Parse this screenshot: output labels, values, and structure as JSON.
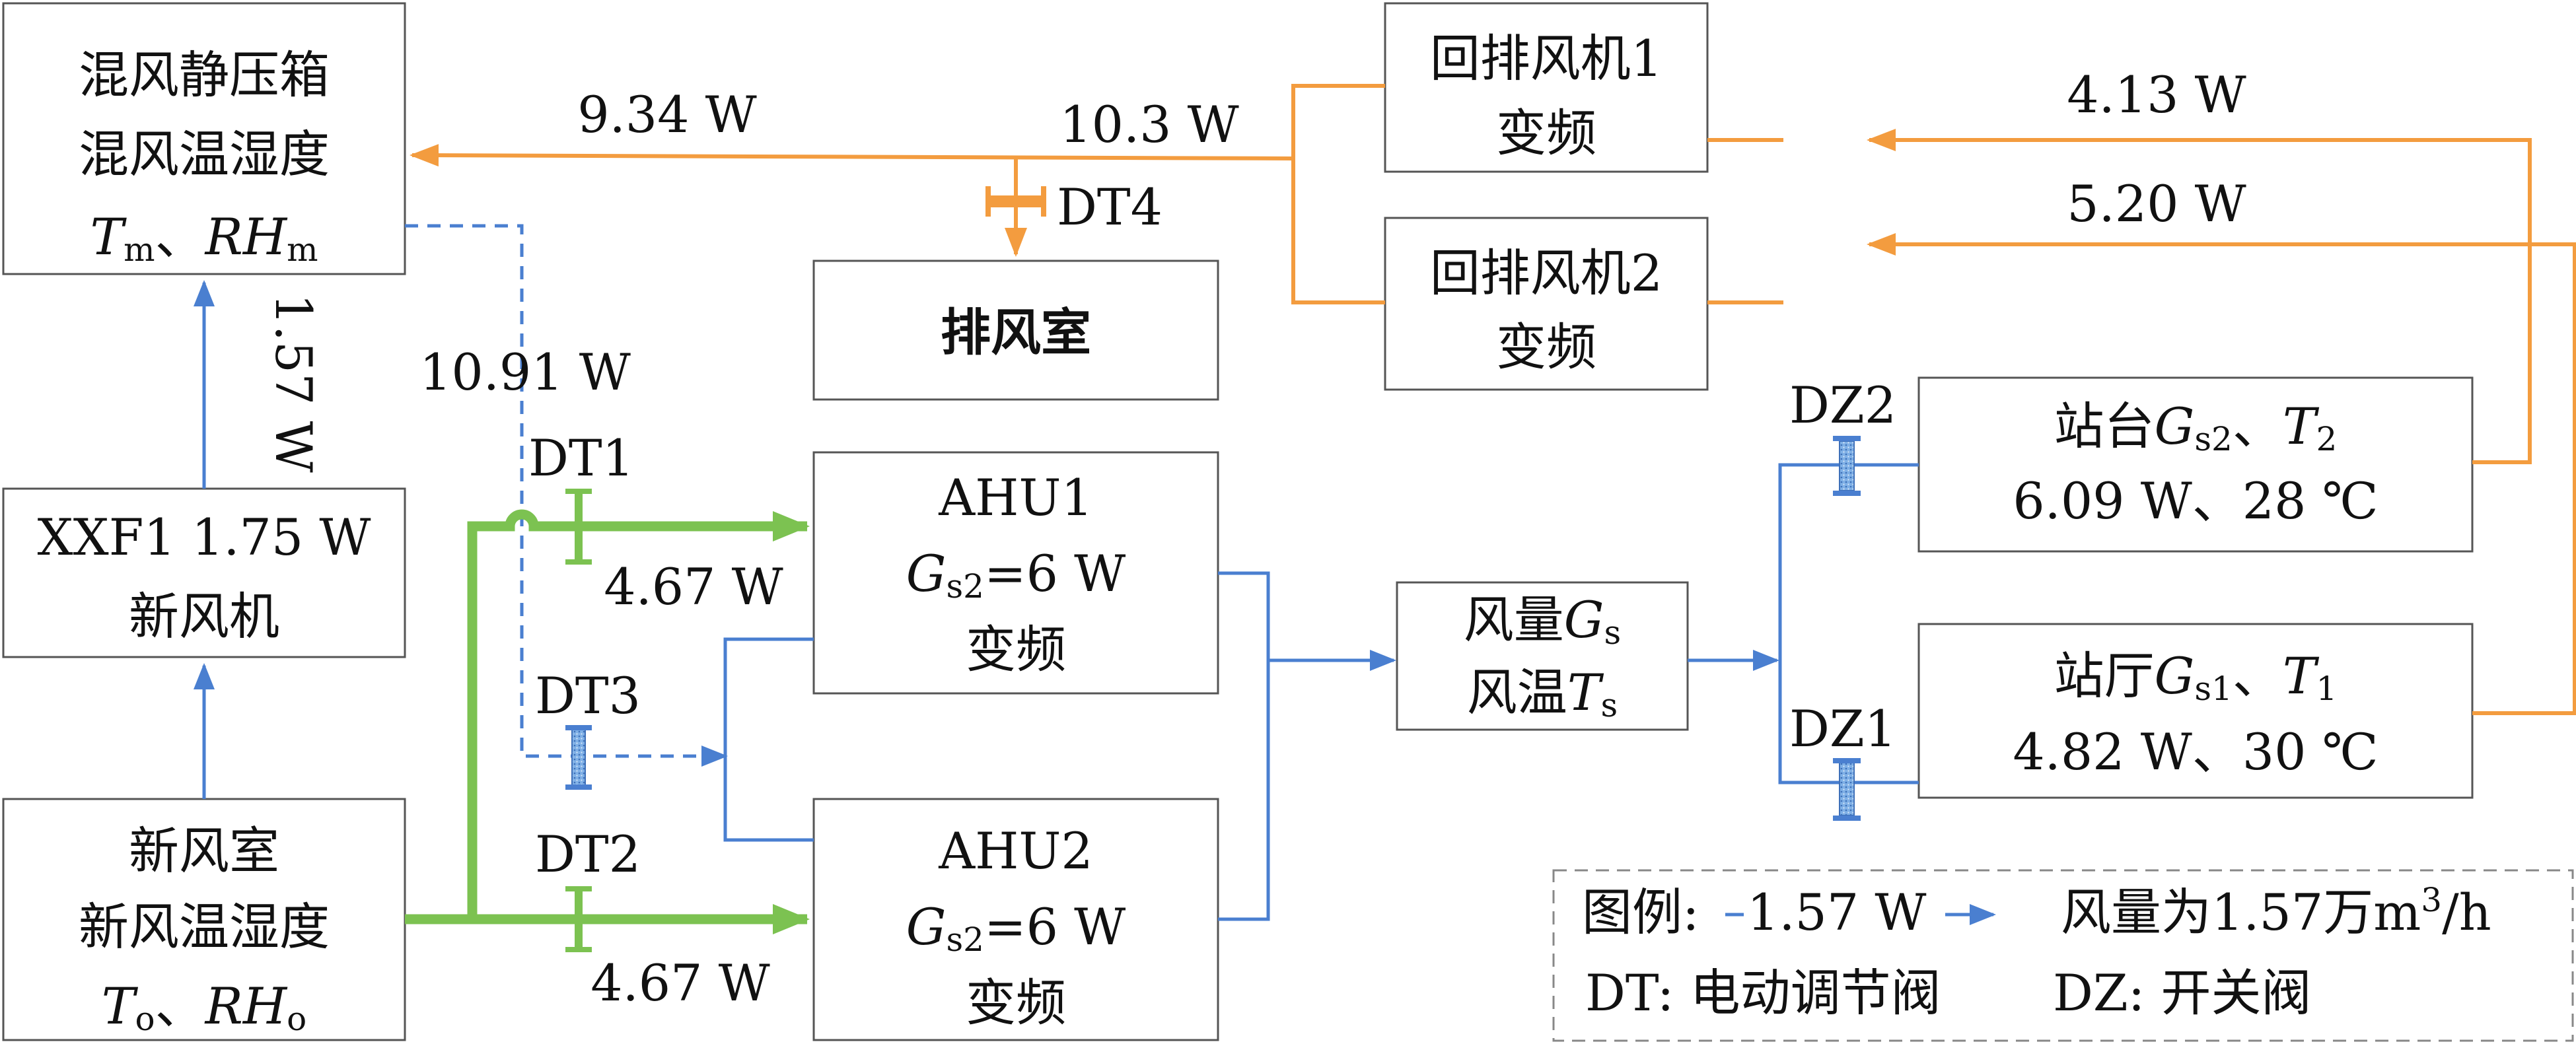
{
  "boxes": {
    "mix_plenum": {
      "line1": "混风静压箱",
      "line2": "混风温湿度",
      "T": "T",
      "T_sub": "m",
      "sep": "、",
      "RH": "RH",
      "RH_sub": "m"
    },
    "xxf1": {
      "line1": "XXF1 1.75 W",
      "line2": "新风机"
    },
    "fresh_room": {
      "line1": "新风室",
      "line2": "新风温湿度",
      "T": "T",
      "T_sub": "o",
      "sep": "、",
      "RH": "RH",
      "RH_sub": "o"
    },
    "exhaust_room": {
      "label": "排风室"
    },
    "fan1": {
      "line1": "回排风机1",
      "line2": "变频"
    },
    "fan2": {
      "line1": "回排风机2",
      "line2": "变频"
    },
    "ahu1": {
      "line1": "AHU1",
      "G": "G",
      "G_sub": "s2",
      "G_val": "=6 W",
      "line3": "变频"
    },
    "ahu2": {
      "line1": "AHU2",
      "G": "G",
      "G_sub": "s2",
      "G_val": "=6 W",
      "line3": "变频"
    },
    "air": {
      "l1a": "风量",
      "l1G": "G",
      "l1sub": "s",
      "l2a": "风温",
      "l2T": "T",
      "l2sub": "s"
    },
    "platform": {
      "a": "站台",
      "G": "G",
      "G_sub": "s2",
      "sep": "、",
      "T": "T",
      "T_sub": "2",
      "line2": "6.09 W、28 ℃"
    },
    "hall": {
      "a": "站厅",
      "G": "G",
      "G_sub": "s1",
      "sep": "、",
      "T": "T",
      "T_sub": "1",
      "line2": "4.82 W、30 ℃"
    }
  },
  "flows": {
    "mix_in": "9.34 W",
    "return_main": "10.3 W",
    "dt3_flow": "10.91 W",
    "xxf1_out": "1.57 W",
    "ahu1_in": "4.67 W",
    "ahu2_in": "4.67 W",
    "fan1_return": "4.13 W",
    "fan2_return": "5.20 W"
  },
  "valves": {
    "dt1": "DT1",
    "dt2": "DT2",
    "dt3": "DT3",
    "dt4": "DT4",
    "dz1": "DZ1",
    "dz2": "DZ2"
  },
  "legend": {
    "title": "图例:",
    "arrow_value": "1.57 W",
    "arrow_desc": "风量为1.57万m",
    "unit_sup": "3",
    "unit_tail": "/h",
    "dt": "DT: 电动调节阀",
    "dz": "DZ: 开关阀"
  },
  "colors": {
    "supply": "#4a7fd0",
    "return": "#f39c3f",
    "fresh": "#7cc251",
    "box_border": "#555555"
  }
}
